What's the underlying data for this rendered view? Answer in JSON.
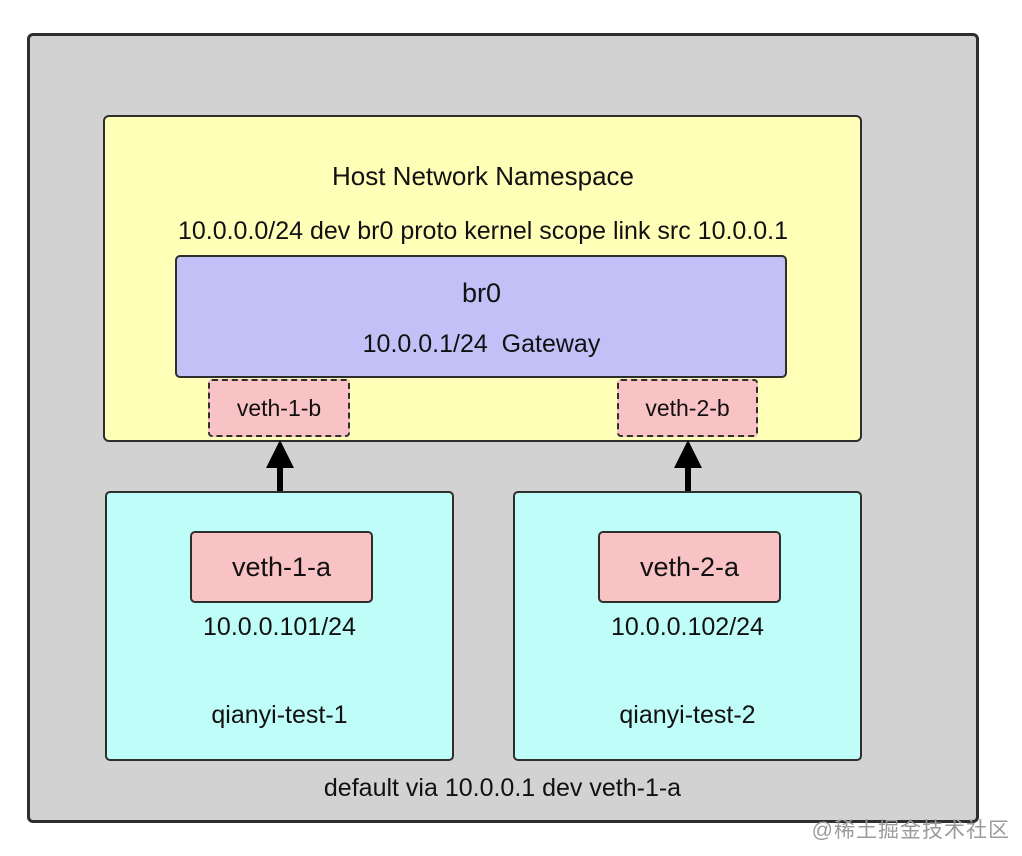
{
  "colors": {
    "canvas_bg": "#ffffff",
    "host_machine_bg": "#d2d2d2",
    "host_namespace_bg": "#ffffb8",
    "bridge_bg": "#c1c1f8",
    "veth_bg": "#f9c2c5",
    "container_namespace_bg": "#bffdf8",
    "border": "#2e2e2e",
    "text": "#111111",
    "arrow": "#000000",
    "watermark": "#9b9b9b"
  },
  "host_namespace": {
    "title": "Host Network Namespace",
    "route": "10.0.0.0/24 dev br0 proto kernel scope link src 10.0.0.1",
    "bridge": {
      "name": "br0",
      "address": "10.0.0.1/24  Gateway"
    },
    "veth_ports": [
      {
        "label": "veth-1-b"
      },
      {
        "label": "veth-2-b"
      }
    ]
  },
  "containers": [
    {
      "name": "qianyi-test-1",
      "veth": "veth-1-a",
      "address": "10.0.0.101/24"
    },
    {
      "name": "qianyi-test-2",
      "veth": "veth-2-a",
      "address": "10.0.0.102/24"
    }
  ],
  "default_route": "default via 10.0.0.1 dev veth-1-a",
  "watermark": "@稀土掘金技术社区"
}
